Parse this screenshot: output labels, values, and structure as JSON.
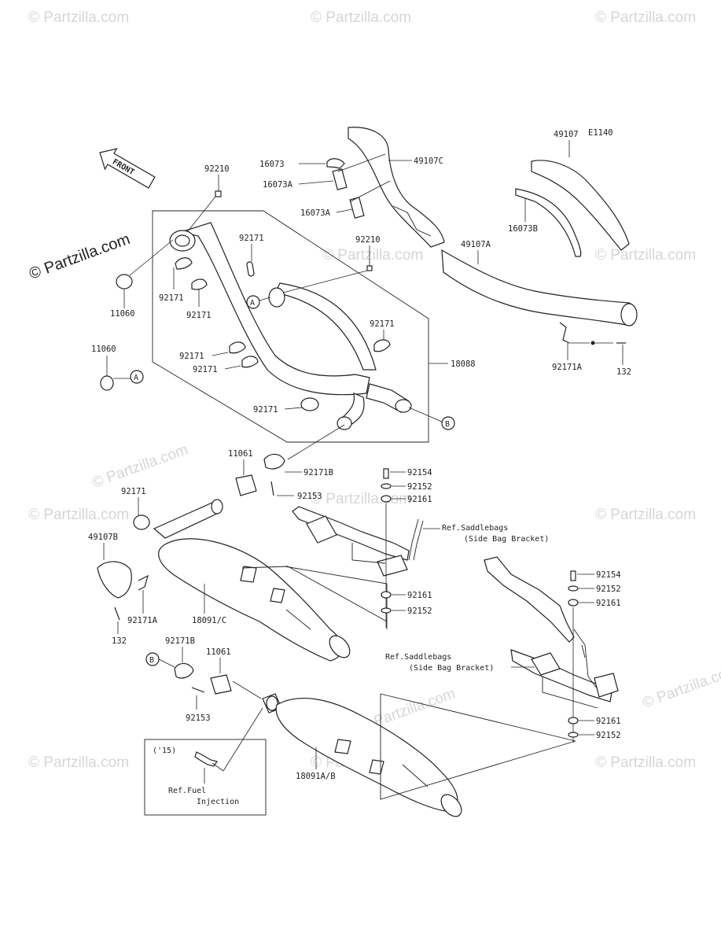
{
  "watermark": "© Partzilla.com",
  "brand_mark": "© Partzilla.com",
  "diagram_code": "E1140",
  "front_arrow": "FRONT",
  "refs": {
    "A": "A",
    "B": "B"
  },
  "year_box": {
    "year": "('15)",
    "line1": "Ref.Fuel",
    "line2": "Injection"
  },
  "saddlebag_ref": {
    "line1": "Ref.Saddlebags",
    "line2": "(Side Bag Bracket)"
  },
  "parts": {
    "p92210_top": "92210",
    "p92210_mid": "92210",
    "p11060_top": "11060",
    "p11060_mid": "11060",
    "p92171_a": "92171",
    "p92171_b": "92171",
    "p92171_c": "92171",
    "p92171_d": "92171",
    "p92171_e": "92171",
    "p92171_f": "92171",
    "p92171_g": "92171",
    "p92171_h": "92171",
    "p16073": "16073",
    "p16073A_1": "16073A",
    "p16073A_2": "16073A",
    "p49107C": "49107C",
    "p49107": "49107",
    "p16073B": "16073B",
    "p49107A": "49107A",
    "p92171A_r": "92171A",
    "p132_r": "132",
    "p18088": "18088",
    "p11061_top": "11061",
    "p92171B_top": "92171B",
    "p92153_top": "92153",
    "p92154_m": "92154",
    "p92152_m1": "92152",
    "p92161_m1": "92161",
    "p92161_m2": "92161",
    "p92152_m2": "92152",
    "p49107B": "49107B",
    "p92171A_l": "92171A",
    "p132_l": "132",
    "p18091C": "18091/C",
    "p92154_r": "92154",
    "p92152_r1": "92152",
    "p92161_r1": "92161",
    "p92161_r2": "92161",
    "p92152_r2": "92152",
    "p92171B_bot": "92171B",
    "p11061_bot": "11061",
    "p92153_bot": "92153",
    "p18091AB": "18091A/B"
  }
}
